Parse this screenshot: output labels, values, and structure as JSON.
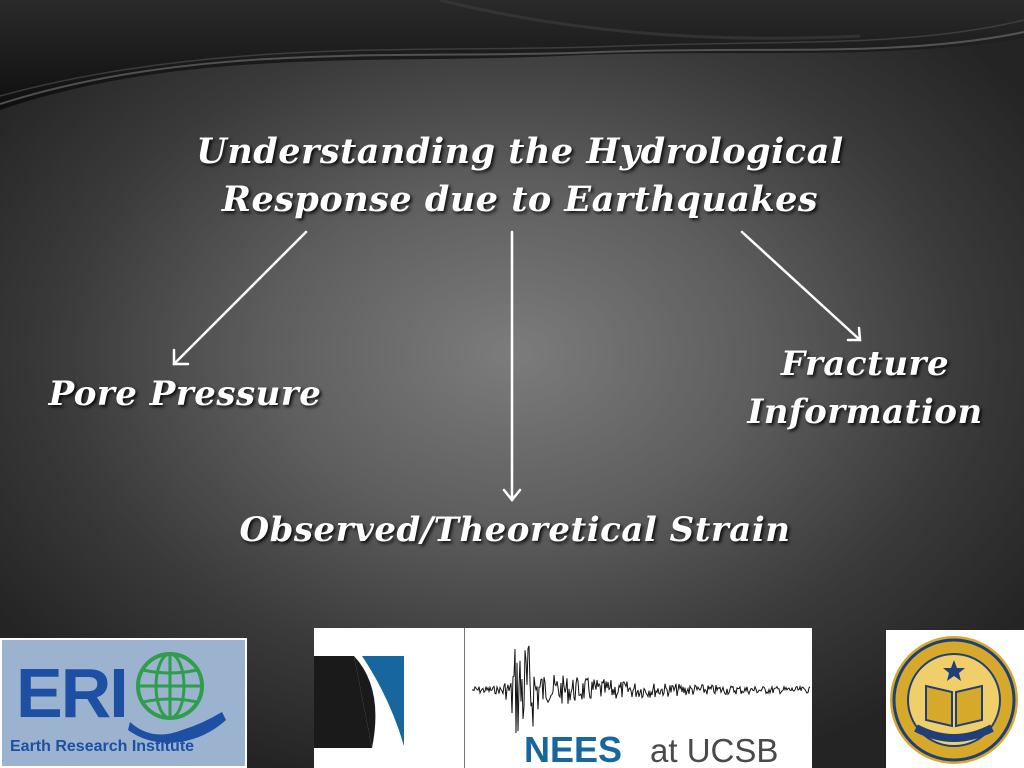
{
  "slide": {
    "title": "Understanding the Hydrological Response due to Earthquakes",
    "nodes": {
      "pore_pressure": "Pore Pressure",
      "fracture_line1": "Fracture",
      "fracture_line2": "Information",
      "strain": "Observed/Theoretical Strain"
    }
  },
  "logos": {
    "eri": {
      "letters": "ERI",
      "name": "Earth Research Institute"
    },
    "nees": {
      "word": "NEES",
      "suffix": "at UCSB"
    },
    "uc": {
      "name": "University of California Santa Barbara seal"
    }
  },
  "colors": {
    "text": "#ffffff",
    "eri_blue": "#1d4fa3",
    "eri_green": "#2e9e4a",
    "nees_blue": "#17669e",
    "uc_gold": "#d6a92b",
    "uc_blue": "#1e3f7a"
  }
}
